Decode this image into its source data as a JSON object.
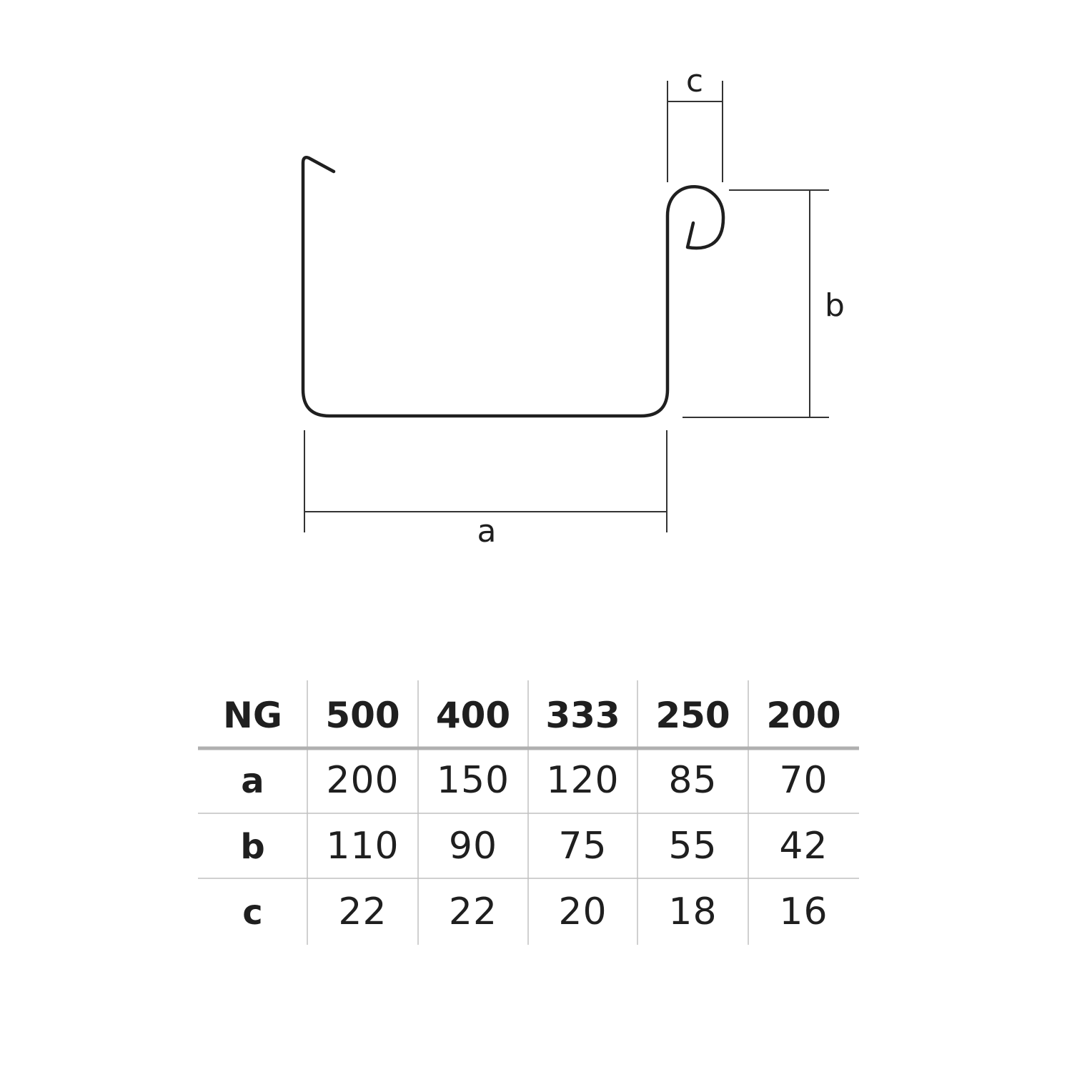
{
  "diagram": {
    "dimension_labels": {
      "a": "a",
      "b": "b",
      "c": "c"
    },
    "line_color": "#1f1f1f",
    "dimension_line_color": "#333333"
  },
  "table": {
    "corner_label": "NG",
    "columns": [
      "500",
      "400",
      "333",
      "250",
      "200"
    ],
    "rows": [
      {
        "label": "a",
        "values": [
          "200",
          "150",
          "120",
          "85",
          "70"
        ]
      },
      {
        "label": "b",
        "values": [
          "110",
          "90",
          "75",
          "55",
          "42"
        ]
      },
      {
        "label": "c",
        "values": [
          "22",
          "22",
          "20",
          "18",
          "16"
        ]
      }
    ],
    "header_rule_color": "#b0b0b0",
    "grid_color": "#c0c0c0"
  }
}
